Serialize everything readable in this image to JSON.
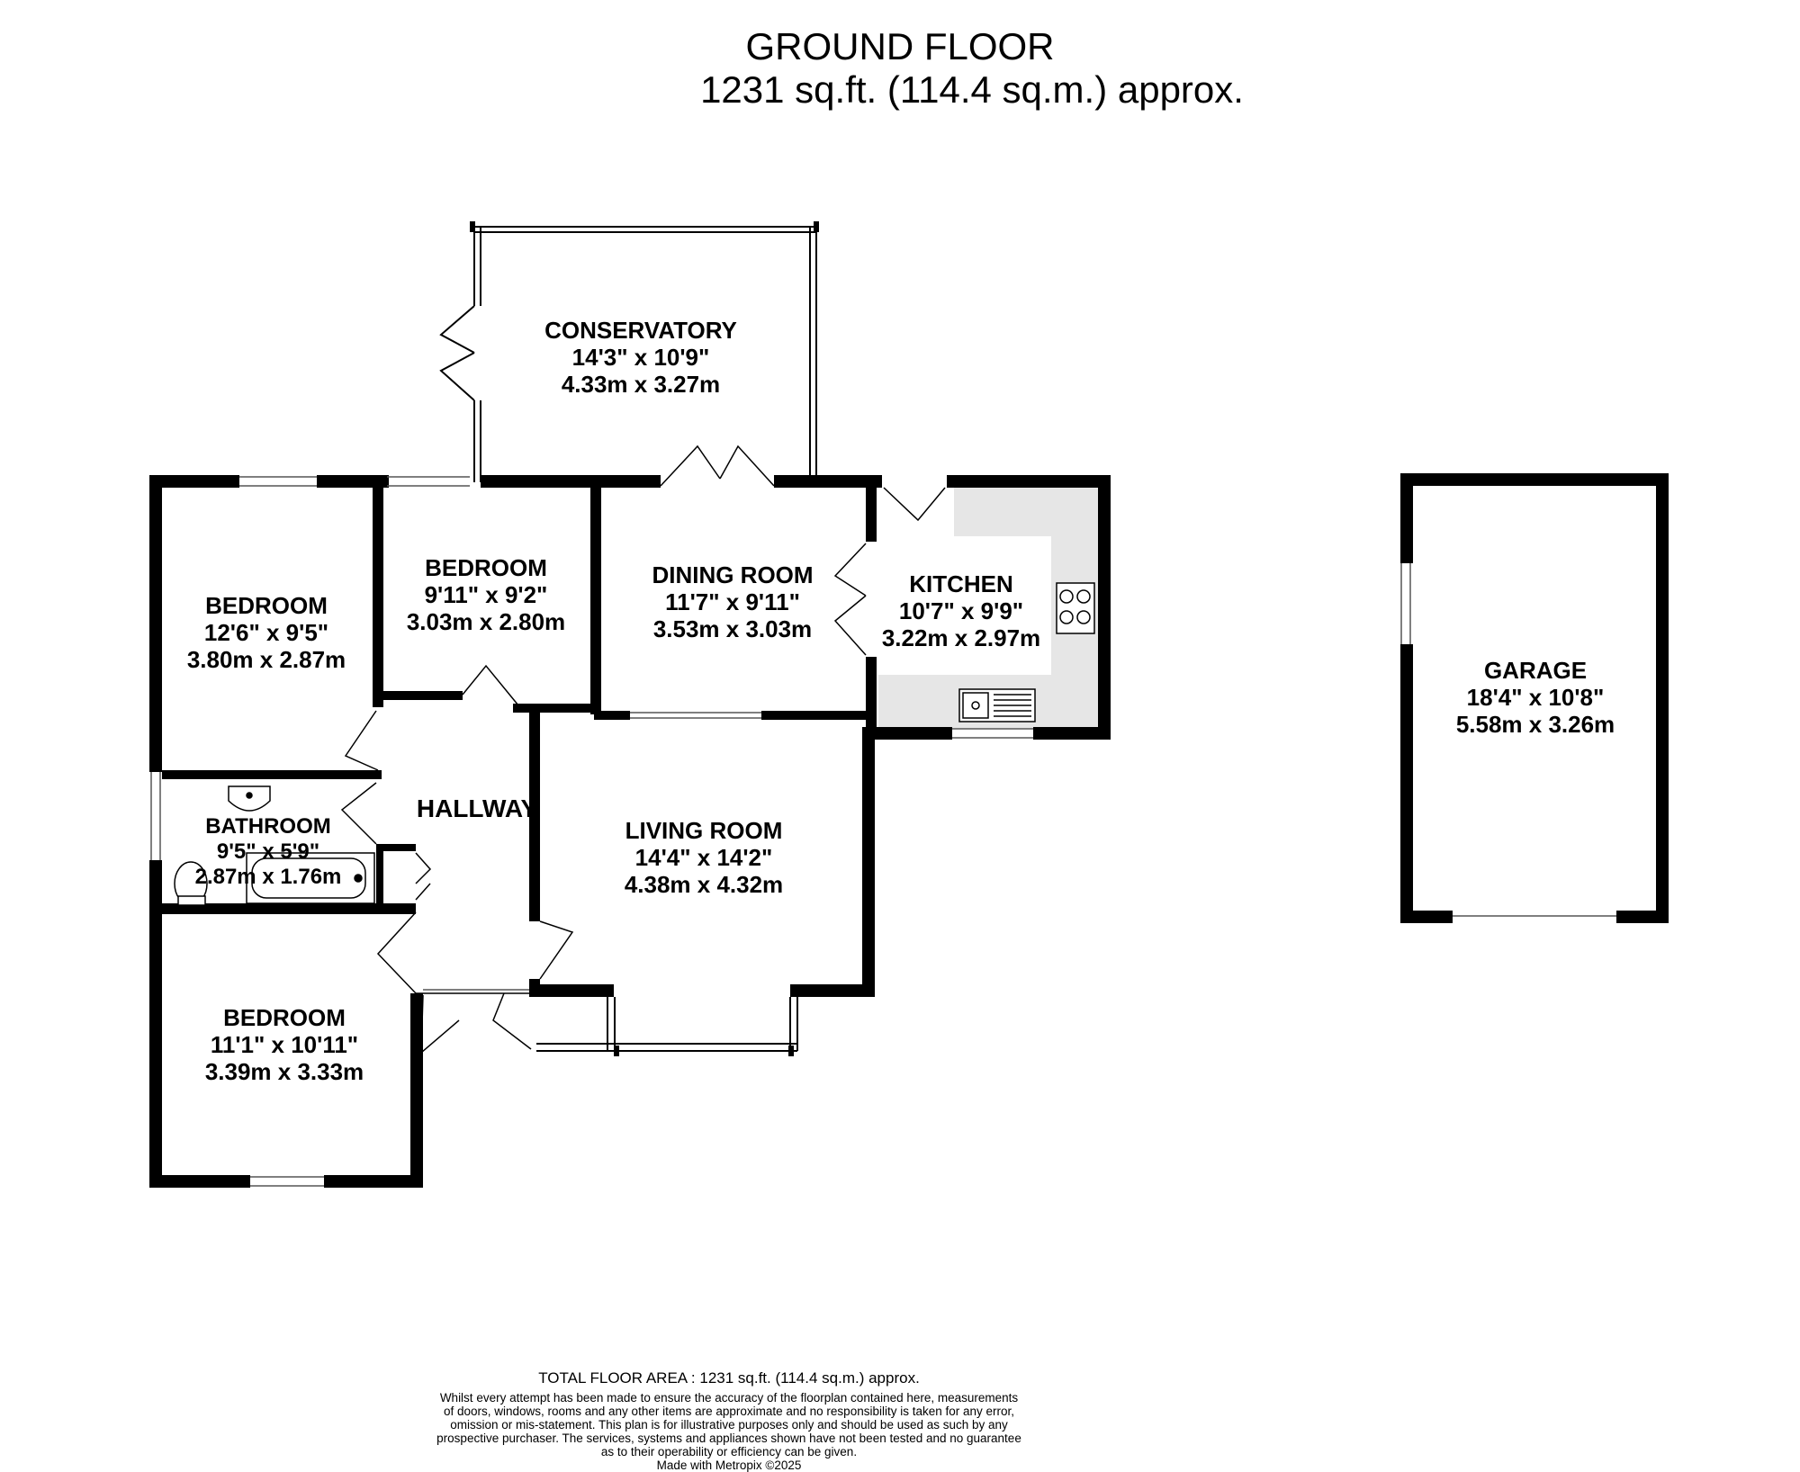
{
  "header": {
    "title": "GROUND FLOOR",
    "subtitle": "1231 sq.ft. (114.4 sq.m.) approx."
  },
  "rooms": {
    "conservatory": {
      "name": "CONSERVATORY",
      "imperial": "14'3\"  x 10'9\"",
      "metric": "4.33m  x 3.27m"
    },
    "bedroom_top_left": {
      "name": "BEDROOM",
      "imperial": "12'6\"  x 9'5\"",
      "metric": "3.80m  x 2.87m"
    },
    "bedroom_middle": {
      "name": "BEDROOM",
      "imperial": "9'11\"  x 9'2\"",
      "metric": "3.03m  x 2.80m"
    },
    "dining_room": {
      "name": "DINING ROOM",
      "imperial": "11'7\"  x 9'11\"",
      "metric": "3.53m  x 3.03m"
    },
    "kitchen": {
      "name": "KITCHEN",
      "imperial": "10'7\"  x 9'9\"",
      "metric": "3.22m  x 2.97m"
    },
    "hallway": {
      "name": "HALLWAY"
    },
    "bathroom": {
      "name": "BATHROOM",
      "imperial": "9'5\"  x 5'9\"",
      "metric": "2.87m  x 1.76m"
    },
    "living_room": {
      "name": "LIVING ROOM",
      "imperial": "14'4\"  x 14'2\"",
      "metric": "4.38m  x 4.32m"
    },
    "bedroom_bottom": {
      "name": "BEDROOM",
      "imperial": "11'1\"  x 10'11\"",
      "metric": "3.39m  x 3.33m"
    },
    "garage": {
      "name": "GARAGE",
      "imperial": "18'4\"  x 10'8\"",
      "metric": "5.58m  x 3.26m"
    }
  },
  "footer": {
    "total": "TOTAL FLOOR AREA : 1231 sq.ft. (114.4 sq.m.) approx.",
    "disclaimer": [
      "Whilst every attempt has been made to ensure the accuracy of the floorplan contained here, measurements",
      "of doors, windows, rooms and any other items are approximate and no responsibility is taken for any error,",
      "omission or mis-statement. This plan is for illustrative purposes only and should be used as such by any",
      "prospective purchaser. The services, systems and appliances shown have not been tested and no guarantee",
      "as to their operability or efficiency can be given.",
      "Made with Metropix ©2025"
    ]
  },
  "colors": {
    "wall": "#000000",
    "kitchen_floor": "#e6e6e6",
    "window_line": "#555555"
  }
}
